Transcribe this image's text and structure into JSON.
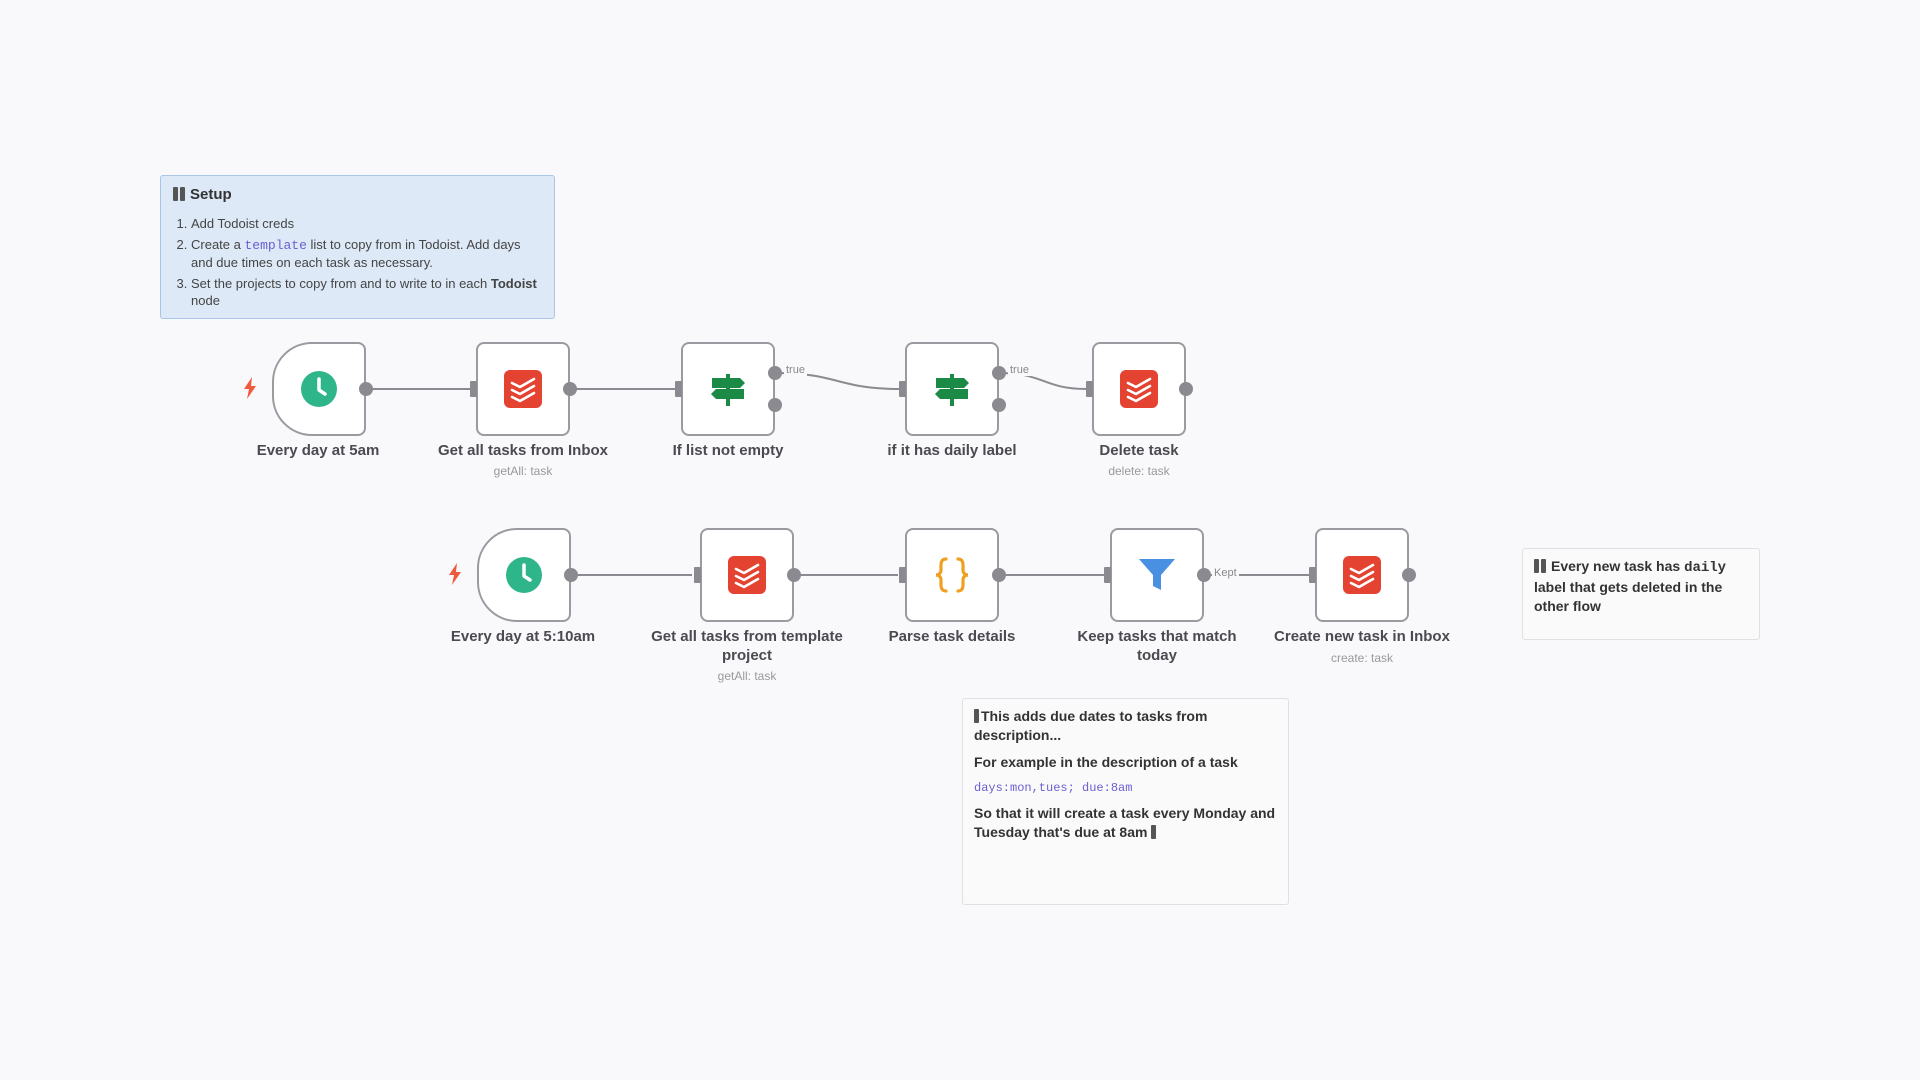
{
  "setup_note": {
    "title": "Setup",
    "steps": [
      {
        "pre": "Add Todoist creds",
        "code": "",
        "post": "",
        "bold": ""
      },
      {
        "pre": "Create a ",
        "code": "template",
        "post": " list to copy from in Todoist. Add days and due times on each task as necessary.",
        "bold": ""
      },
      {
        "pre": "Set the projects to copy from and to write to in each ",
        "code": "",
        "post": " node",
        "bold": "Todoist"
      }
    ]
  },
  "daily_note": {
    "pre": "Every new task has ",
    "code": "daily",
    "post": " label that gets deleted in the other flow"
  },
  "parse_note": {
    "line1": "This adds due dates to tasks from description...",
    "line2": "For example in the description of a task",
    "code": "days:mon,tues; due:8am",
    "line3": "So that it will create a task every Monday and Tuesday that's due at 8am"
  },
  "nodes": [
    {
      "id": "every-day-5am",
      "label": "Every day at 5am",
      "sublabel": "",
      "icon": "clock-icon",
      "type": "trigger"
    },
    {
      "id": "get-inbox-tasks",
      "label": "Get all tasks from Inbox",
      "sublabel": "getAll: task",
      "icon": "todoist-icon",
      "type": "action"
    },
    {
      "id": "if-list-not-empty",
      "label": "If list not empty",
      "sublabel": "",
      "icon": "if-signpost-icon",
      "type": "if"
    },
    {
      "id": "if-daily-label",
      "label": "if it has daily label",
      "sublabel": "",
      "icon": "if-signpost-icon",
      "type": "if"
    },
    {
      "id": "delete-task",
      "label": "Delete task",
      "sublabel": "delete: task",
      "icon": "todoist-icon",
      "type": "action"
    },
    {
      "id": "every-day-510am",
      "label": "Every day at 5:10am",
      "sublabel": "",
      "icon": "clock-icon",
      "type": "trigger"
    },
    {
      "id": "get-template-tasks",
      "label": "Get all tasks from template project",
      "sublabel": "getAll: task",
      "icon": "todoist-icon",
      "type": "action"
    },
    {
      "id": "parse-task-details",
      "label": "Parse task details",
      "sublabel": "",
      "icon": "code-braces-icon",
      "type": "action"
    },
    {
      "id": "keep-today-tasks",
      "label": "Keep tasks that match today",
      "sublabel": "",
      "icon": "filter-icon",
      "type": "action"
    },
    {
      "id": "create-inbox-task",
      "label": "Create new task in Inbox",
      "sublabel": "create: task",
      "icon": "todoist-icon",
      "type": "action"
    }
  ],
  "connections": [
    {
      "from": "every-day-5am",
      "to": "get-inbox-tasks",
      "label": ""
    },
    {
      "from": "get-inbox-tasks",
      "to": "if-list-not-empty",
      "label": ""
    },
    {
      "from": "if-list-not-empty",
      "to": "if-daily-label",
      "label": "true"
    },
    {
      "from": "if-daily-label",
      "to": "delete-task",
      "label": "true"
    },
    {
      "from": "every-day-510am",
      "to": "get-template-tasks",
      "label": ""
    },
    {
      "from": "get-template-tasks",
      "to": "parse-task-details",
      "label": ""
    },
    {
      "from": "parse-task-details",
      "to": "keep-today-tasks",
      "label": ""
    },
    {
      "from": "keep-today-tasks",
      "to": "create-inbox-task",
      "label": "Kept"
    }
  ],
  "colors": {
    "canvas_bg": "#f9f9fb",
    "clock": "#2fb58a",
    "todoist": "#e44332",
    "if_green": "#1b8a47",
    "code_orange": "#f0a020",
    "filter_blue": "#4a90e2",
    "trigger_bolt": "#ef5a3c",
    "wire": "#8a8a90"
  }
}
